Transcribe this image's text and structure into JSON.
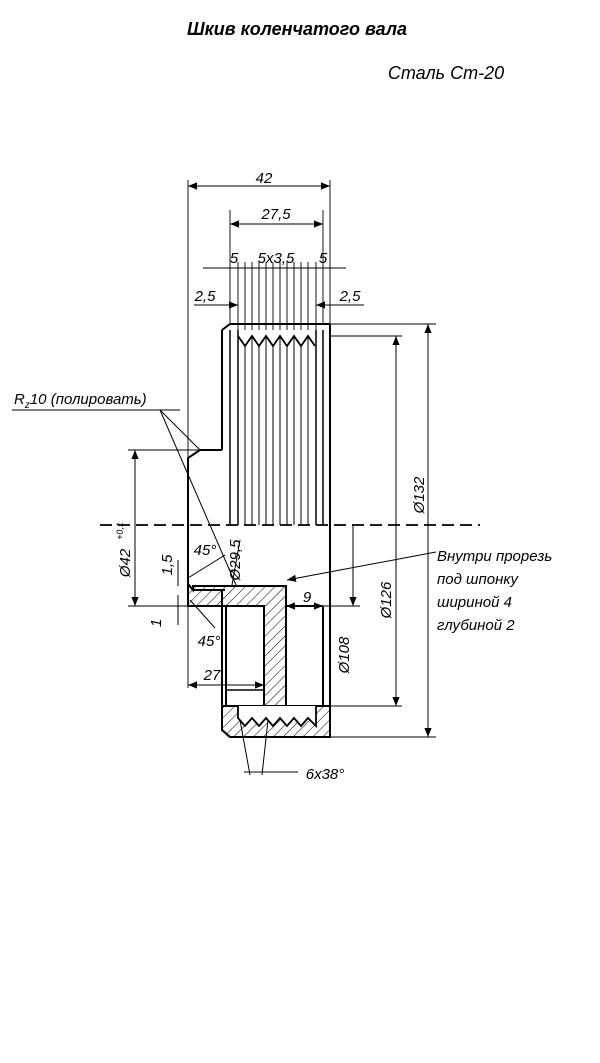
{
  "title": "Шкив коленчатого вала",
  "material": "Сталь Ст-20",
  "dimensions": {
    "overall_width": "42",
    "groove_span": "27,5",
    "edge_left": "5",
    "grooves": "5x3,5",
    "edge_right": "5",
    "offset_left": "2,5",
    "offset_right": "2,5",
    "outer_diameter": "Ø132",
    "groove_diameter": "Ø126",
    "inner_diameter": "Ø108",
    "bore_diameter": "Ø42",
    "bore_tolerance": "+0,1",
    "hub_diameter": "Ø29,5",
    "hub_width": "27",
    "web_offset": "9",
    "chamfer_1": "1,5",
    "chamfer_2": "1",
    "angle_1": "45°",
    "angle_2": "45°",
    "groove_profile": "6x38°"
  },
  "surface_note": {
    "prefix": "R",
    "subscript": "z",
    "text": "10 (полировать)"
  },
  "keyway_note": [
    "Внутри прорезь",
    "под шпонку",
    "шириной 4",
    "глубиной 2"
  ]
}
